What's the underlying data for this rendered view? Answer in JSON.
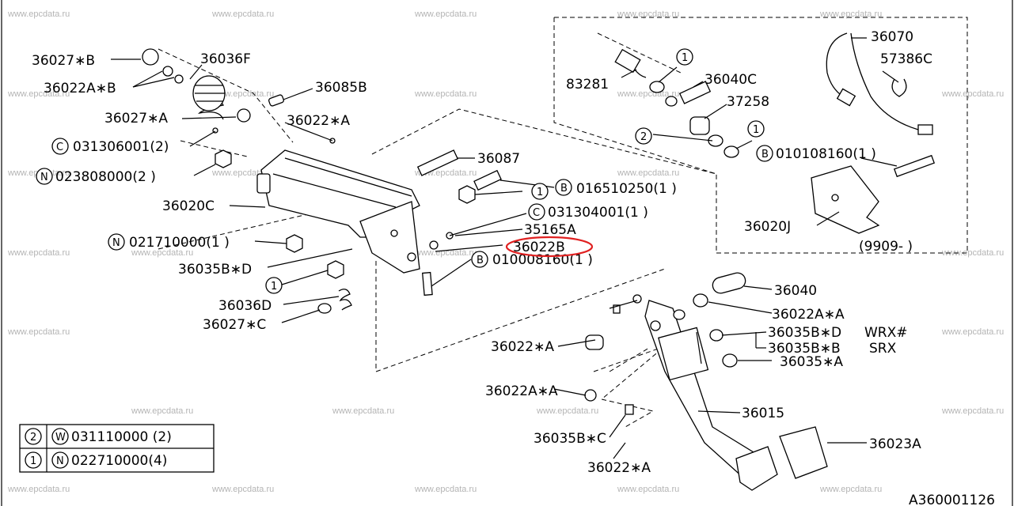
{
  "watermark": "www.epcdata.ru",
  "diagram_code": "A360001126",
  "highlight_color": "#e02020",
  "labels": {
    "p36027B": "36027∗B",
    "p36036F": "36036F",
    "p36022AB": "36022A∗B",
    "p36085B": "36085B",
    "p36027A": "36027∗A",
    "p36022A_1": "36022∗A",
    "p031306001": "031306001(2)",
    "p36087": "36087",
    "p023808000": "023808000(2 )",
    "p016510250": "016510250(1 )",
    "p36020C": "36020C",
    "p031304001": "031304001(1 )",
    "p35165A": "35165A",
    "p021710000": "021710000(1 )",
    "p36022B": "36022B",
    "p010008160": "010008160(1 )",
    "p36035BD_1": "36035B∗D",
    "p36036D": "36036D",
    "p36027C": "36027∗C",
    "p36070": "36070",
    "p57386C": "57386C",
    "p83281": "83281",
    "p36040C": "36040C",
    "p37258": "37258",
    "p010108160": "010108160(1 )",
    "p36020J": "36020J",
    "p9909": "(9909- )",
    "p36040": "36040",
    "p36022AA_1": "36022A∗A",
    "p36022A_2": "36022∗A",
    "p36035BD_2": "36035B∗D",
    "pWRX": "WRX#",
    "p36035BB": "36035B∗B",
    "pSRX": "SRX",
    "p36035A": "36035∗A",
    "p36022AA_2": "36022A∗A",
    "p36015": "36015",
    "p36035BC": "36035B∗C",
    "p36023A": "36023A",
    "p36022A_3": "36022∗A"
  },
  "callouts": {
    "one": "1",
    "two": "2",
    "C": "C",
    "N": "N",
    "B": "B",
    "W": "W"
  },
  "legend": {
    "row2_code": "031110000 (2)",
    "row1_code": "022710000(4)"
  }
}
